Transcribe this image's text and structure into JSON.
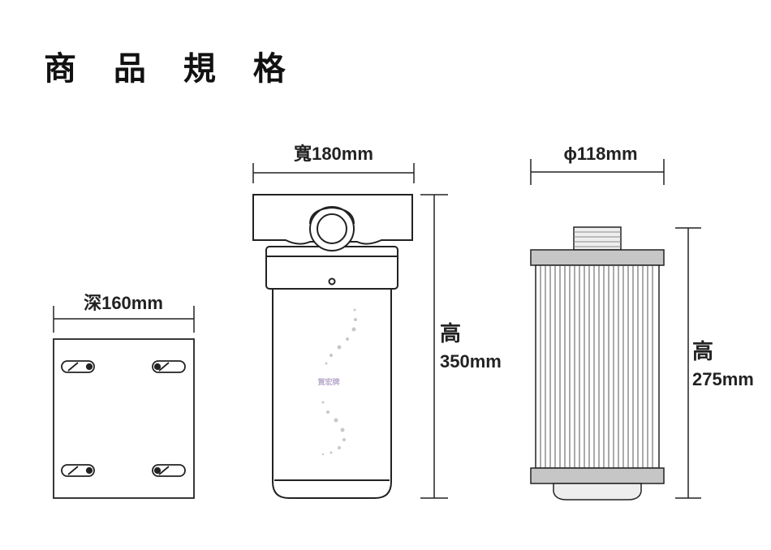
{
  "page": {
    "title": "商 品 規 格"
  },
  "dimensions": {
    "width": "寬180mm",
    "diameter": "ϕ118mm",
    "depth": "深160mm",
    "height_housing_label": "高",
    "height_housing_value": "350mm",
    "height_cartridge_label": "高",
    "height_cartridge_value": "275mm"
  },
  "logo": {
    "text": "賀宏牌"
  },
  "colors": {
    "line": "#222222",
    "cartridge_cap": "#c6c6c6",
    "logo": "#b8a8cc"
  }
}
